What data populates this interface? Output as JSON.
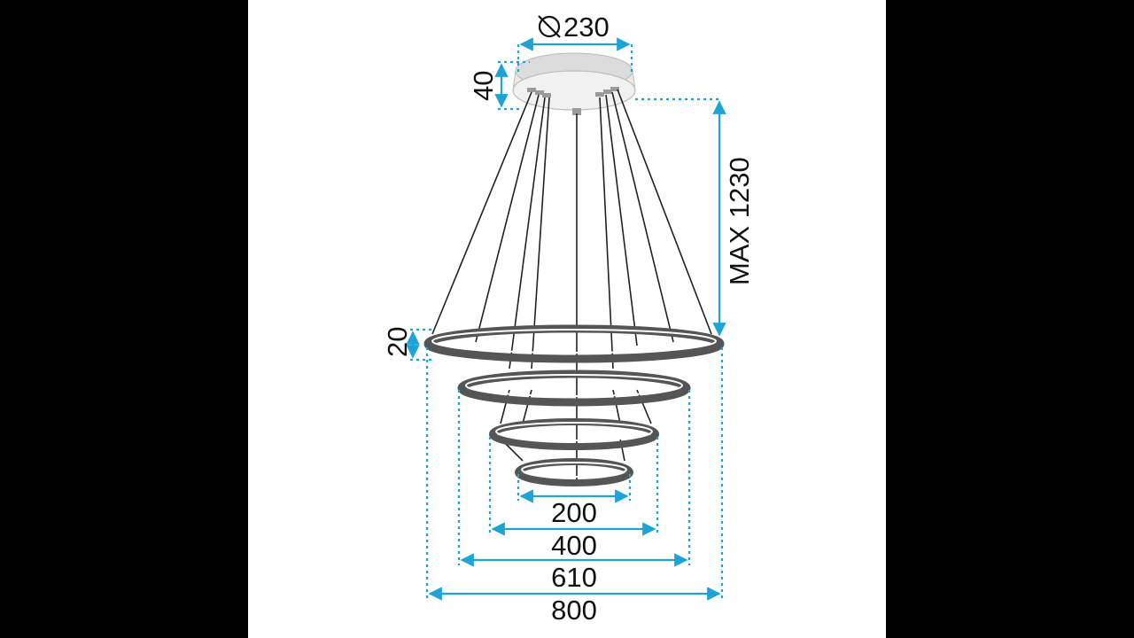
{
  "dimensions": {
    "canopy_diameter": "230",
    "canopy_height": "40",
    "max_height": "MAX 1230",
    "ring_thickness": "20",
    "ring_diameters": [
      "200",
      "400",
      "610",
      "800"
    ]
  },
  "colors": {
    "background": "#000000",
    "panel": "#ffffff",
    "dimension_lines": "#1ea3d6",
    "ring_stroke": "#555555",
    "canopy_fill": "#e4e4e4",
    "wire": "#222222",
    "text": "#111111"
  },
  "icons": {
    "diameter_symbol": "diameter-symbol-icon"
  }
}
